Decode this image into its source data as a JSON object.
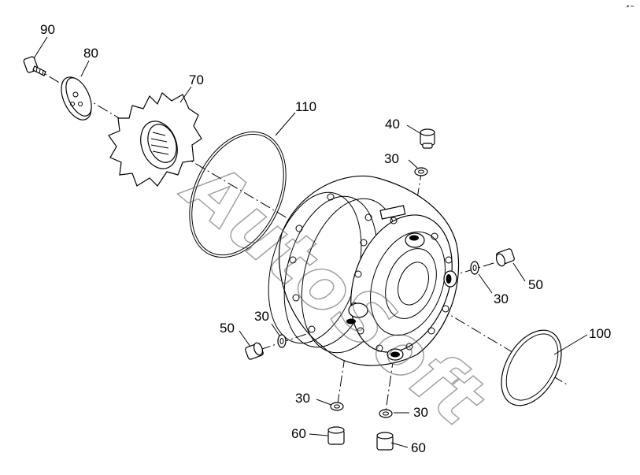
{
  "diagram": {
    "labels": {
      "p90": "90",
      "p80": "80",
      "p70": "70",
      "p110": "110",
      "p40": "40",
      "p30_top": "30",
      "p50_right": "50",
      "p30_right": "30",
      "p100": "100",
      "p50_left": "50",
      "p30_left": "30",
      "p30_bottom_left": "30",
      "p60_left": "60",
      "p30_bottom_right": "30",
      "p60_right": "60"
    },
    "watermark": "AutoSoft",
    "corner_mark": "≠ ═"
  }
}
